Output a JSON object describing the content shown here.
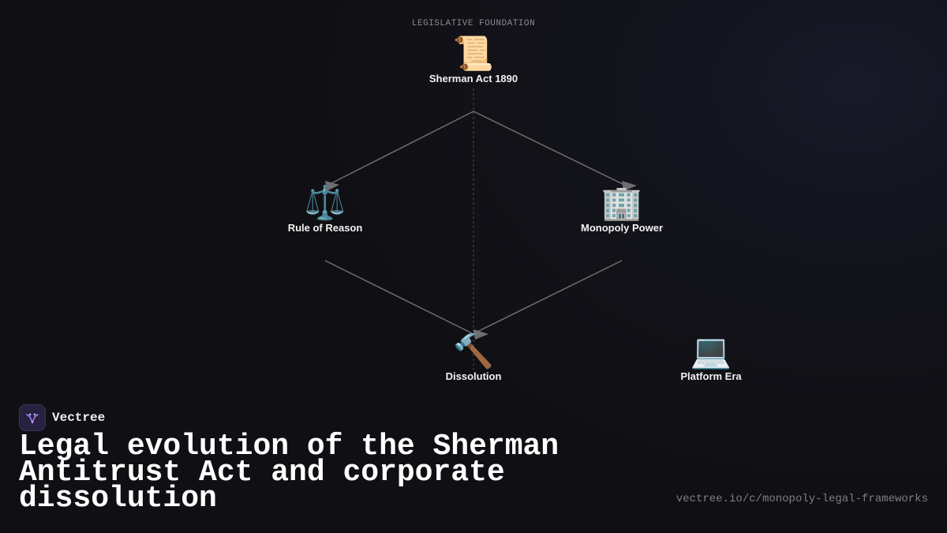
{
  "header": {
    "eyebrow": "LEGISLATIVE FOUNDATION"
  },
  "nodes": [
    {
      "id": "sherman",
      "icon": "📜",
      "icon_name": "scroll-icon",
      "label": "Sherman Act 1890"
    },
    {
      "id": "reason",
      "icon": "⚖️",
      "icon_name": "scales-icon",
      "label": "Rule of Reason"
    },
    {
      "id": "monopoly",
      "icon": "🏢",
      "icon_name": "office-building-icon",
      "label": "Monopoly Power"
    },
    {
      "id": "dissolution",
      "icon": "🔨",
      "icon_name": "hammer-icon",
      "label": "Dissolution"
    },
    {
      "id": "platform",
      "icon": "💻",
      "icon_name": "laptop-icon",
      "label": "Platform Era"
    }
  ],
  "edges": [
    {
      "from": "sherman",
      "to": "reason"
    },
    {
      "from": "sherman",
      "to": "monopoly"
    },
    {
      "from": "reason",
      "to": "dissolution"
    },
    {
      "from": "monopoly",
      "to": "dissolution"
    }
  ],
  "brand": {
    "name": "Vectree",
    "logo_icon": "vectree-logo-icon"
  },
  "title": "Legal evolution of the Sherman Antitrust Act and corporate dissolution",
  "url": "vectree.io/c/monopoly-legal-frameworks",
  "colors": {
    "background": "#121219",
    "edge": "#6e6e72",
    "text": "#ffffff",
    "muted": "#7d7d85",
    "accent": "#8a5cf6"
  }
}
